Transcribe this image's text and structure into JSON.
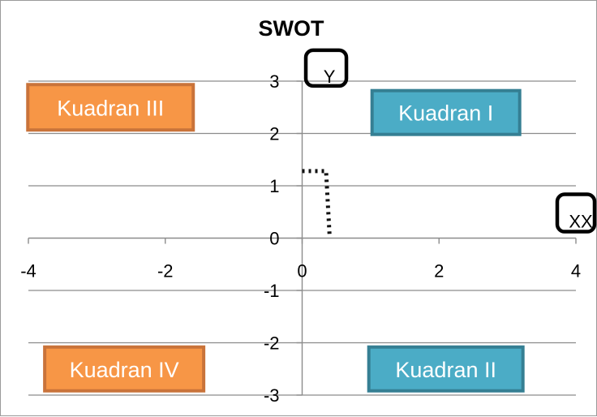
{
  "chart_data": {
    "type": "scatter",
    "title": "SWOT",
    "xlabel": "",
    "ylabel": "",
    "xlim": [
      -4,
      4
    ],
    "ylim": [
      -3,
      3
    ],
    "x_ticks": [
      -4,
      -2,
      0,
      2,
      4
    ],
    "y_ticks": [
      3,
      2,
      1,
      0,
      -1,
      -2,
      -3
    ],
    "x_tick_labels": [
      "-4",
      "-2",
      "0",
      "2",
      "4"
    ],
    "y_tick_labels": [
      "3",
      "2",
      "1",
      "0",
      "-1",
      "-2",
      "-3"
    ],
    "grid": "horizontal",
    "legend": "none",
    "quadrant_labels": [
      {
        "text": "Kuadran III",
        "x": -2.8,
        "y": 2.5,
        "color": "#f79646",
        "border": "#c9733a"
      },
      {
        "text": "Kuadran I",
        "x": 2.1,
        "y": 2.4,
        "color": "#4bacc6",
        "border": "#357f93"
      },
      {
        "text": "Kuadran IV",
        "x": -2.6,
        "y": -2.5,
        "color": "#f79646",
        "border": "#c9733a"
      },
      {
        "text": "Kuadran II",
        "x": 2.1,
        "y": -2.5,
        "color": "#4bacc6",
        "border": "#357f93"
      }
    ],
    "axis_markers": [
      {
        "text": "Y",
        "x": 0.35,
        "y": 3.25
      },
      {
        "text": "XX",
        "x": 4.0,
        "y": 0.48
      }
    ],
    "dotted_path": [
      [
        0.0,
        1.28
      ],
      [
        0.35,
        1.28
      ],
      [
        0.4,
        0.05
      ]
    ]
  }
}
